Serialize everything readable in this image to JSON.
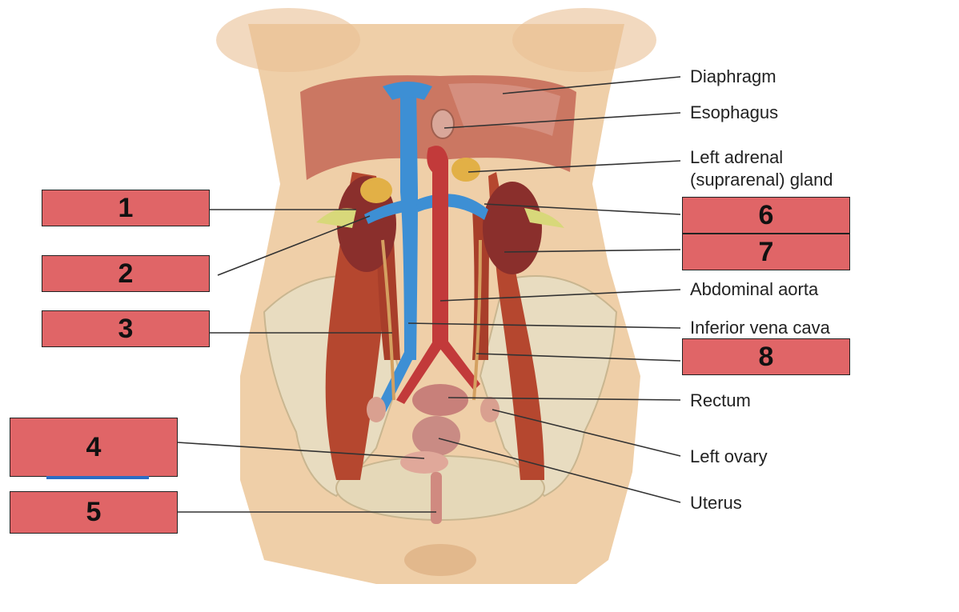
{
  "colors": {
    "box_fill": "#e06567",
    "leader_line": "#333333",
    "skin": "#efcfa8",
    "muscle": "#b84e3c",
    "vein": "#3d8fd4",
    "artery": "#c23a3a"
  },
  "labels": {
    "diaphragm": "Diaphragm",
    "esophagus": "Esophagus",
    "left_adrenal_1": "Left adrenal",
    "left_adrenal_2": "(suprarenal) gland",
    "abdominal_aorta": "Abdominal aorta",
    "inferior_vena_cava": "Inferior vena cava",
    "rectum": "Rectum",
    "left_ovary": "Left ovary",
    "uterus": "Uterus"
  },
  "boxes": {
    "b1": "1",
    "b2": "2",
    "b3": "3",
    "b4": "4",
    "b5": "5",
    "b6": "6",
    "b7": "7",
    "b8": "8"
  }
}
